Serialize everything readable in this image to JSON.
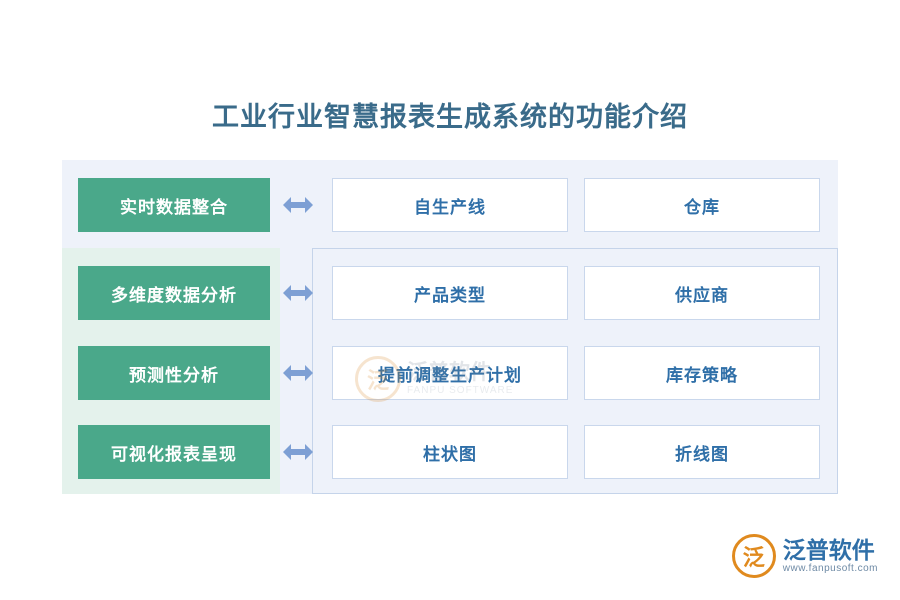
{
  "title": "工业行业智慧报表生成系统的功能介绍",
  "rows": [
    {
      "label": "实时数据整合",
      "arrow": "arrow-left-right-icon",
      "items": [
        "自生产线",
        "仓库"
      ]
    },
    {
      "label": "多维度数据分析",
      "arrow": "arrow-left-right-icon",
      "items": [
        "产品类型",
        "供应商"
      ]
    },
    {
      "label": "预测性分析",
      "arrow": "arrow-left-right-icon",
      "items": [
        "提前调整生产计划",
        "库存策略"
      ]
    },
    {
      "label": "可视化报表呈现",
      "arrow": "arrow-left-right-icon",
      "items": [
        "柱状图",
        "折线图"
      ]
    }
  ],
  "watermark": {
    "mark": "泛",
    "name": "泛普软件",
    "sub": "FANPU SOFTWARE"
  },
  "logo": {
    "mark": "泛",
    "name": "泛普软件",
    "sub": "www.fanpusoft.com"
  },
  "colors": {
    "title": "#3a6b8a",
    "green": "#4aa88a",
    "panel": "#eef2fa",
    "left_panel": "#e4f2ec",
    "box_text": "#2f6fa8",
    "arrow": "#7d9fd4",
    "accent_orange": "#e08a1e"
  }
}
